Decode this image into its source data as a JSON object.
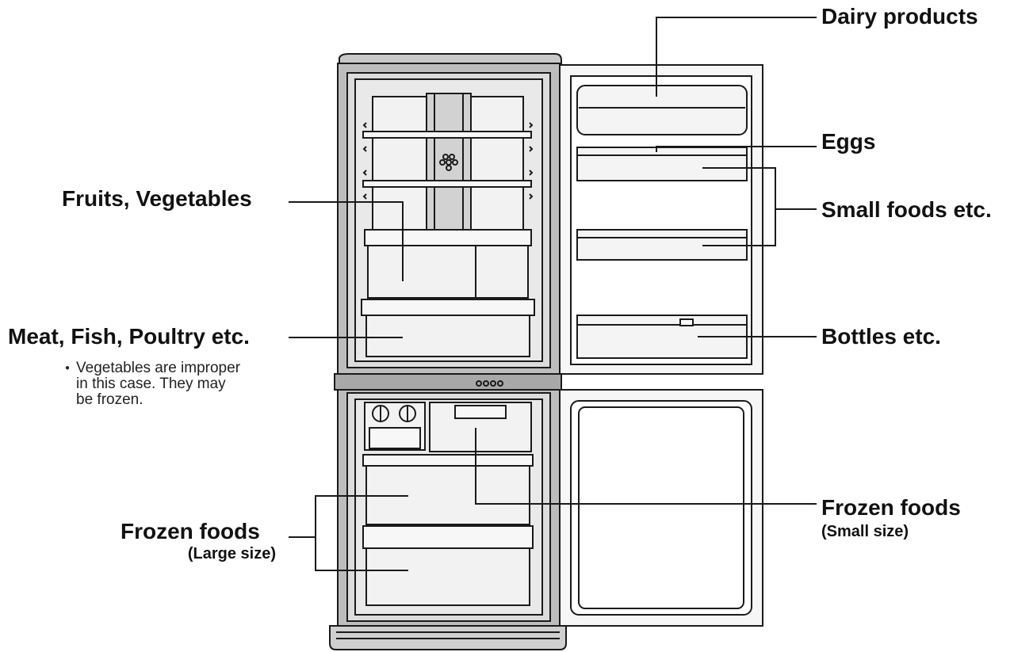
{
  "labels": {
    "dairy": "Dairy products",
    "eggs": "Eggs",
    "small_foods": "Small foods etc.",
    "bottles": "Bottles etc.",
    "fruits_veg": "Fruits, Vegetables",
    "meat_fish": "Meat, Fish, Poultry etc.",
    "meat_note": "Vegetables are improper in this case. They may be frozen.",
    "note_bullet": "●",
    "frozen_large": "Frozen foods",
    "frozen_large_sub": "(Large size)",
    "frozen_small": "Frozen foods",
    "frozen_small_sub": "(Small size)"
  },
  "colors": {
    "line": "#1a1a1a",
    "body_fill": "#bdbdbd",
    "interior_fill": "#e6e6e6",
    "door_fill": "#ffffff"
  }
}
